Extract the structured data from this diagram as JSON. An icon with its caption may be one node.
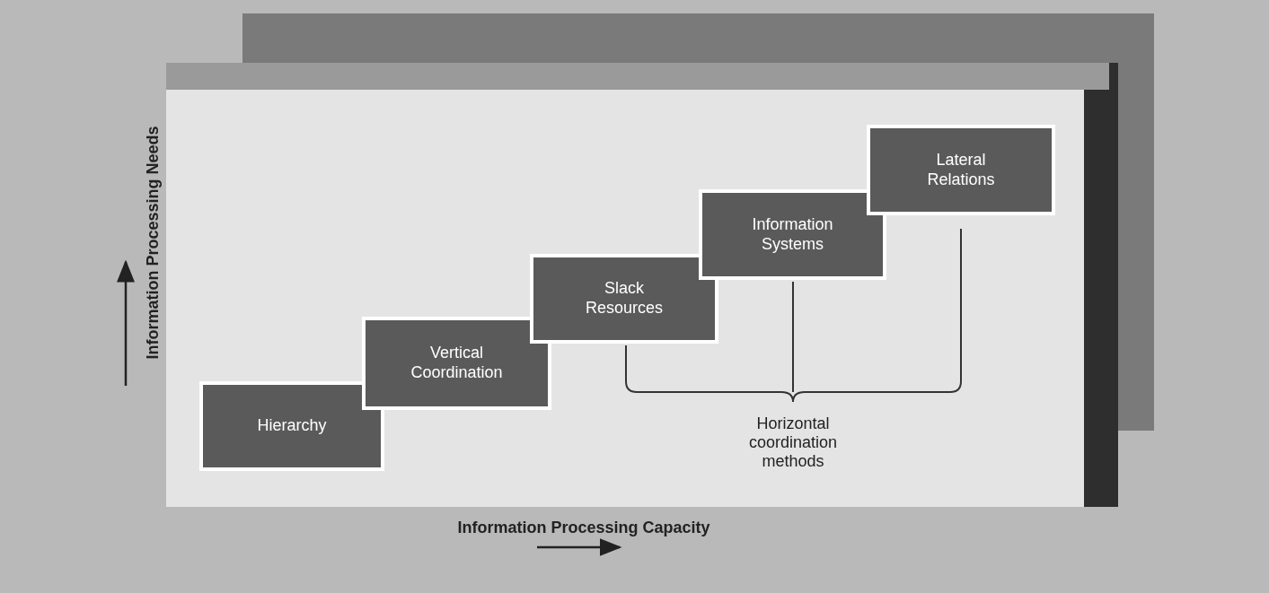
{
  "diagram": {
    "nodes": [
      {
        "text": [
          "Hierarchy"
        ]
      },
      {
        "text": [
          "Vertical Coordination"
        ]
      },
      {
        "text": [
          "Slack Resources"
        ]
      },
      {
        "text": [
          "Information Systems"
        ]
      },
      {
        "text": [
          "Lateral Relations"
        ]
      }
    ],
    "labels": [
      "Information Processing Needs",
      "Horizontal coordination methods",
      "Information Processing Capacity"
    ]
  }
}
